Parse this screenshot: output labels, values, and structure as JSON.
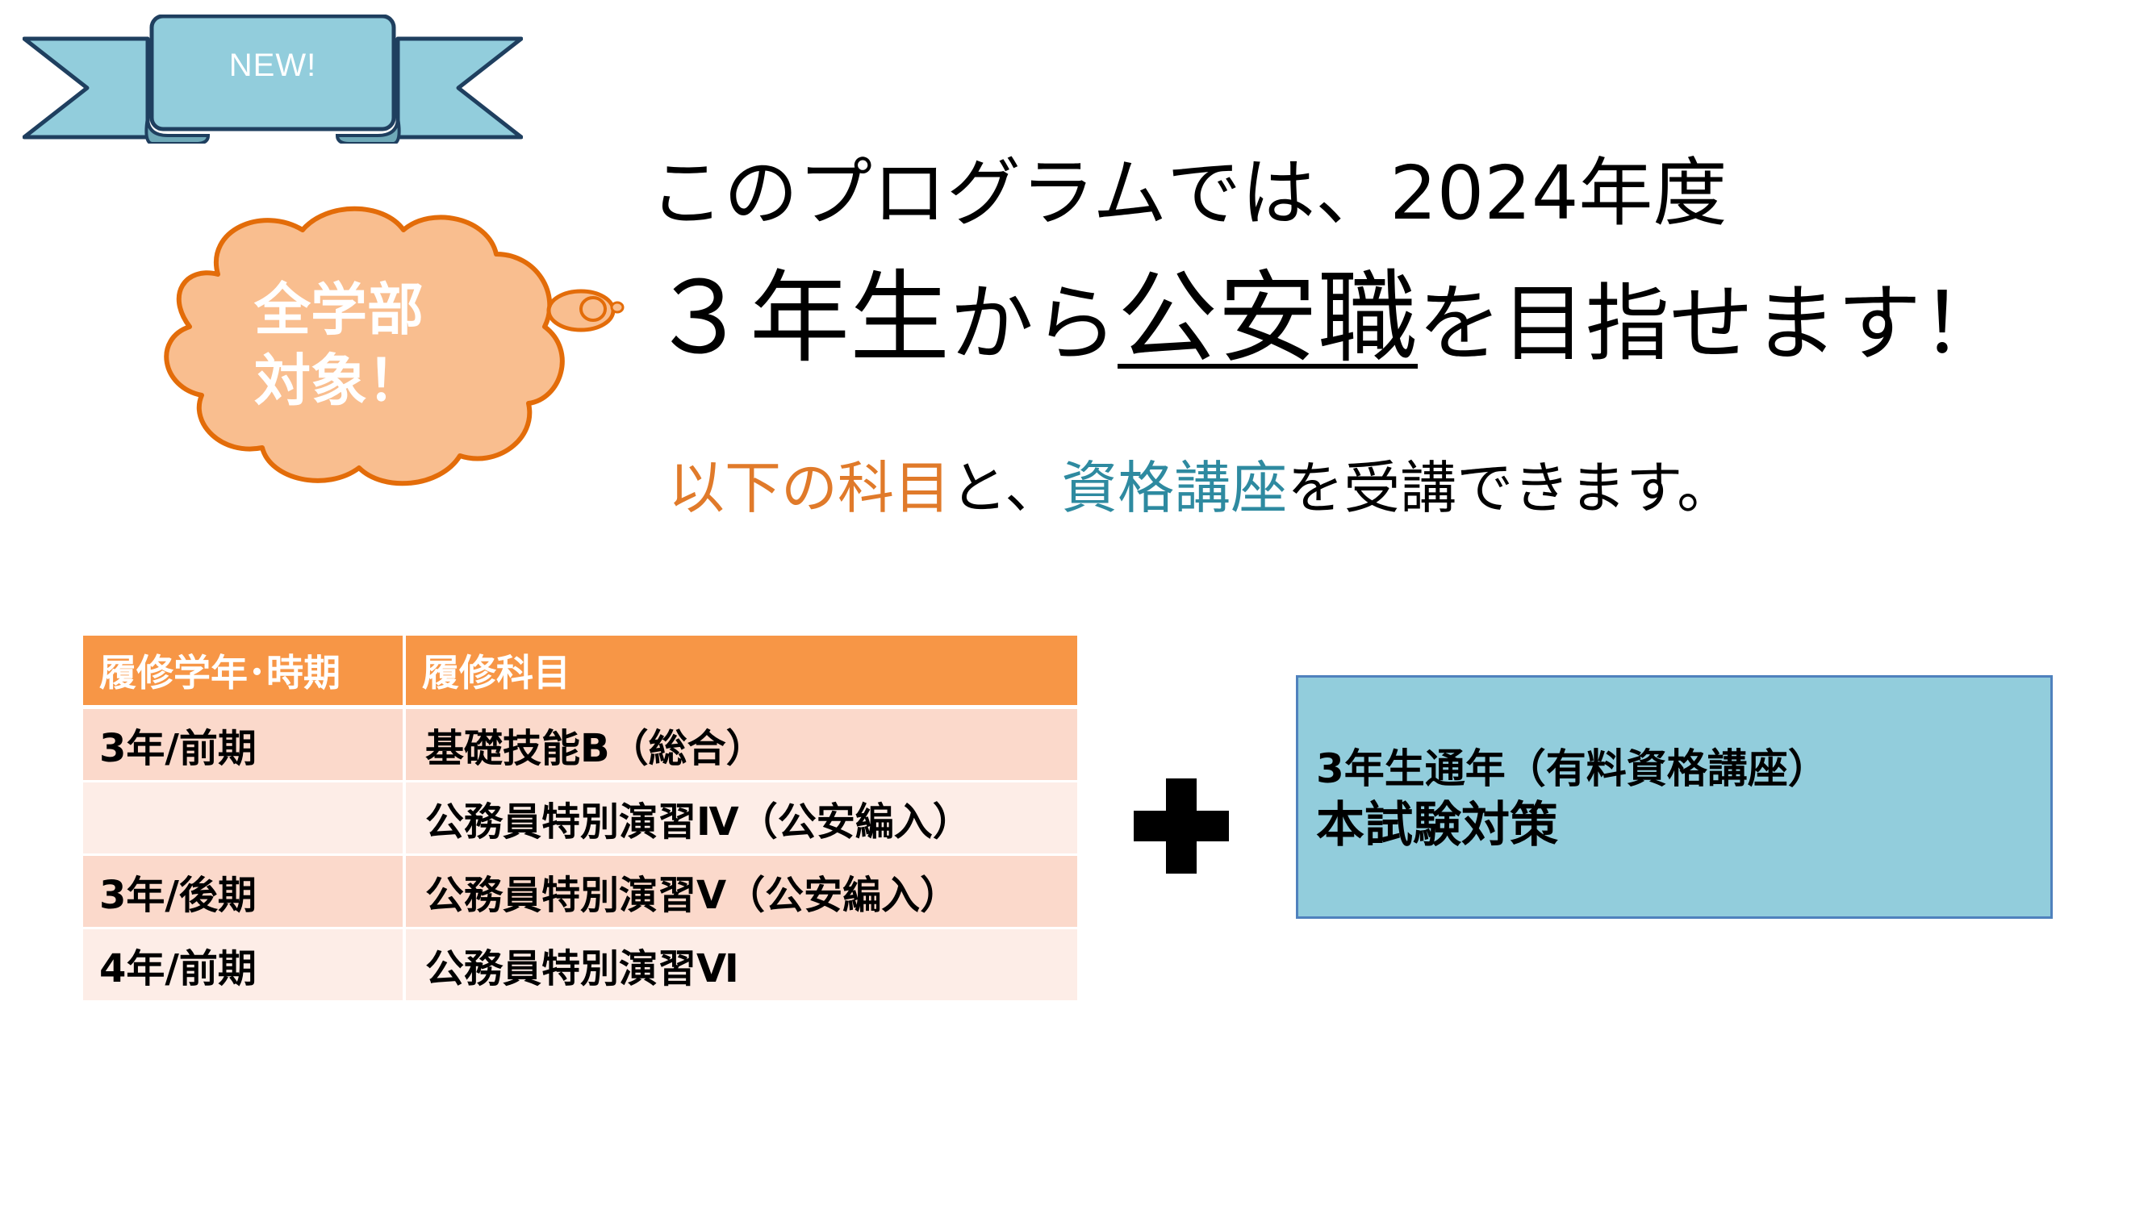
{
  "colors": {
    "ribbon_fill": "#92CDDC",
    "ribbon_stroke": "#1F3F5F",
    "cloud_fill": "#F9BE8F",
    "cloud_stroke": "#E36C09",
    "table_header": "#F79646",
    "table_row_odd": "#FBD9CB",
    "table_row_even": "#FDEDE7",
    "accent_orange": "#E07A2A",
    "accent_teal": "#2E8AA0",
    "info_box_fill": "#92CDDC",
    "info_box_border": "#4F81BD"
  },
  "ribbon": {
    "label": "NEW!"
  },
  "cloud": {
    "line1": "全学部",
    "line2": "対象！"
  },
  "headline": {
    "line1": "このプログラムでは、2024年度",
    "line2_a": "３年生",
    "line2_b": "から",
    "line2_c": "公安職",
    "line2_d": "を目指せます！"
  },
  "subline": {
    "part1": "以下の科目",
    "part2": "と、",
    "part3": "資格講座",
    "part4": "を受講できます。"
  },
  "table": {
    "headers": {
      "term": "履修学年･時期",
      "course": "履修科目"
    },
    "rows": [
      {
        "term": "3年/前期",
        "course": "基礎技能B（総合）"
      },
      {
        "term": "",
        "course": "公務員特別演習Ⅳ（公安編入）"
      },
      {
        "term": "3年/後期",
        "course": "公務員特別演習Ⅴ（公安編入）"
      },
      {
        "term": "4年/前期",
        "course": "公務員特別演習Ⅵ"
      }
    ]
  },
  "plus": {
    "icon": "plus-icon"
  },
  "info_box": {
    "line1": "3年生通年（有料資格講座）",
    "line2": "本試験対策"
  }
}
